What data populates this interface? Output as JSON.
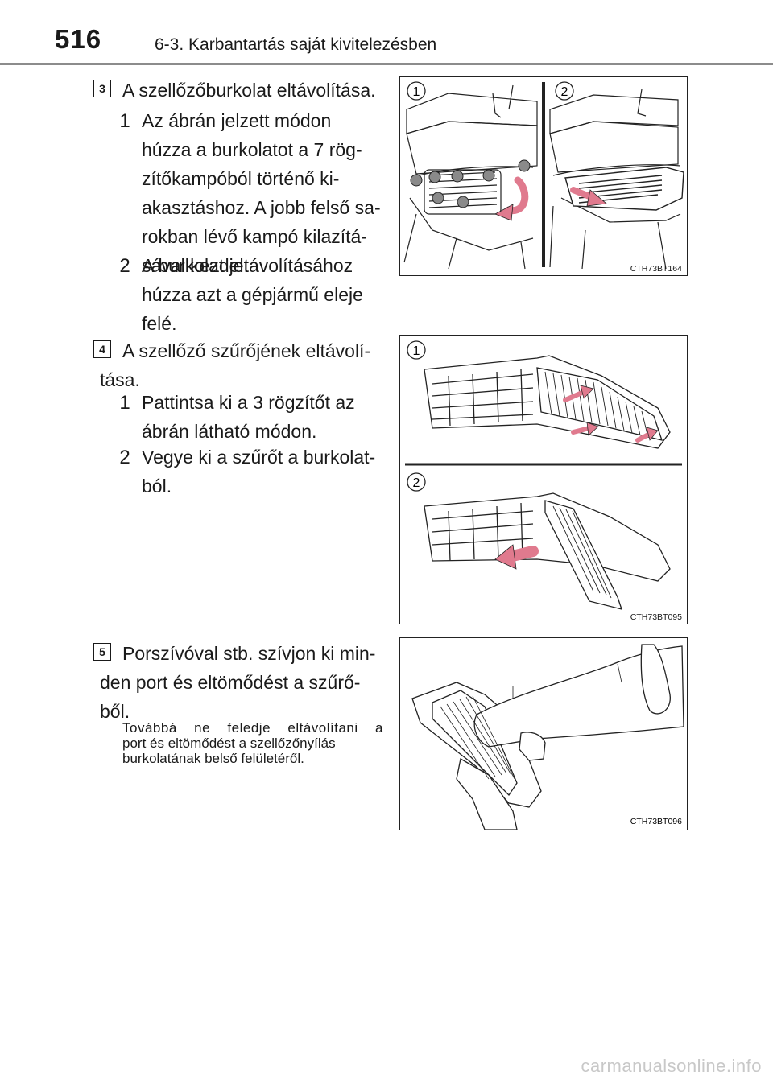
{
  "header": {
    "page_number": "516",
    "section_title": "6-3. Karbantartás saját kivitelezésben"
  },
  "steps": [
    {
      "number": "3",
      "title_lines": [
        "A szellőzőburkolat eltávolítása."
      ],
      "substeps": [
        {
          "number": "1",
          "lines": [
            "Az ábrán jelzett módon",
            "húzza a burkolatot a 7 rög-",
            "zítőkampóból történő ki-",
            "akasztáshoz. A jobb felső sa-",
            "rokban lévő kampó kilazítá-",
            "sával kezdje."
          ]
        },
        {
          "number": "2",
          "lines": [
            "A burkolat eltávolításához",
            "húzza azt a gépjármű eleje",
            "felé."
          ]
        }
      ],
      "figure": {
        "code": "CTH73BT164",
        "labels": [
          "1",
          "2"
        ]
      }
    },
    {
      "number": "4",
      "title_lines": [
        "A szellőző szűrőjének eltávolí-",
        "tása."
      ],
      "substeps": [
        {
          "number": "1",
          "lines": [
            "Pattintsa ki a 3 rögzítőt az",
            "ábrán látható módon."
          ]
        },
        {
          "number": "2",
          "lines": [
            "Vegye ki a szűrőt a burkolat-",
            "ból."
          ]
        }
      ],
      "figure": {
        "code": "CTH73BT095",
        "labels": [
          "1",
          "2"
        ]
      }
    },
    {
      "number": "5",
      "title_lines": [
        "Porszívóval stb. szívjon ki min-",
        "den port és eltömődést a szűrő-",
        "ből."
      ],
      "note_lines": [
        "Továbbá ne feledje eltávolítani a",
        "port és eltömődést a szellőzőnyílás",
        "burkolatának belső felületéről."
      ],
      "figure": {
        "code": "CTH73BT096"
      }
    }
  ],
  "watermark": "carmanualsonline.info",
  "colors": {
    "arrow": "#e07a8e",
    "rule": "#8c8c8c",
    "line": "#222222"
  }
}
